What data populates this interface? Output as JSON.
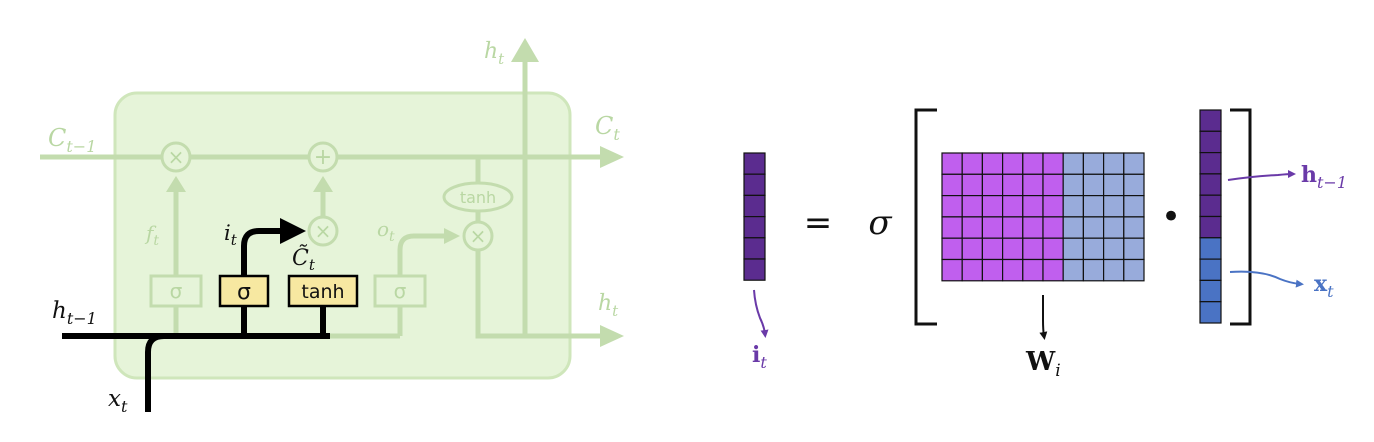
{
  "lstm_cell": {
    "label_c_prev": "C",
    "label_c_prev_sub": "t−1",
    "label_c": "C",
    "label_c_sub": "t",
    "label_h_top": "h",
    "label_h_top_sub": "t",
    "label_h_right": "h",
    "label_h_right_sub": "t",
    "label_h_prev": "h",
    "label_h_prev_sub": "t−1",
    "label_x": "x",
    "label_x_sub": "t",
    "label_f": "f",
    "label_f_sub": "t",
    "label_i": "i",
    "label_i_sub": "t",
    "label_o": "o",
    "label_o_sub": "t",
    "label_ctilde": "C̃",
    "label_ctilde_sub": "t",
    "gate_sigma_forget": "σ",
    "gate_sigma_input": "σ",
    "gate_tanh_input": "tanh",
    "gate_sigma_output": "σ",
    "tanh_output": "tanh",
    "op_times": "×",
    "op_plus": "+",
    "colors": {
      "cell_fill": "#e6f4d9",
      "cell_border": "#cfe6bb",
      "faded_line": "#c3dcae",
      "active_line": "#000000",
      "gate_fill": "#f7e8a1"
    }
  },
  "equation": {
    "lhs_label": "i",
    "lhs_sub": "t",
    "equals": "=",
    "sigma": "σ",
    "dot": "•",
    "weight_label": "W",
    "weight_sub": "i",
    "h_label": "h",
    "h_sub": "t−1",
    "x_label": "x",
    "x_sub": "t",
    "colors": {
      "dark_purple": "#5b2c8f",
      "light_purple": "#c05fee",
      "light_blue": "#98abdb",
      "blue": "#4a73c4",
      "h_label_color": "#6a3aa8",
      "x_label_color": "#4a73c4"
    }
  }
}
